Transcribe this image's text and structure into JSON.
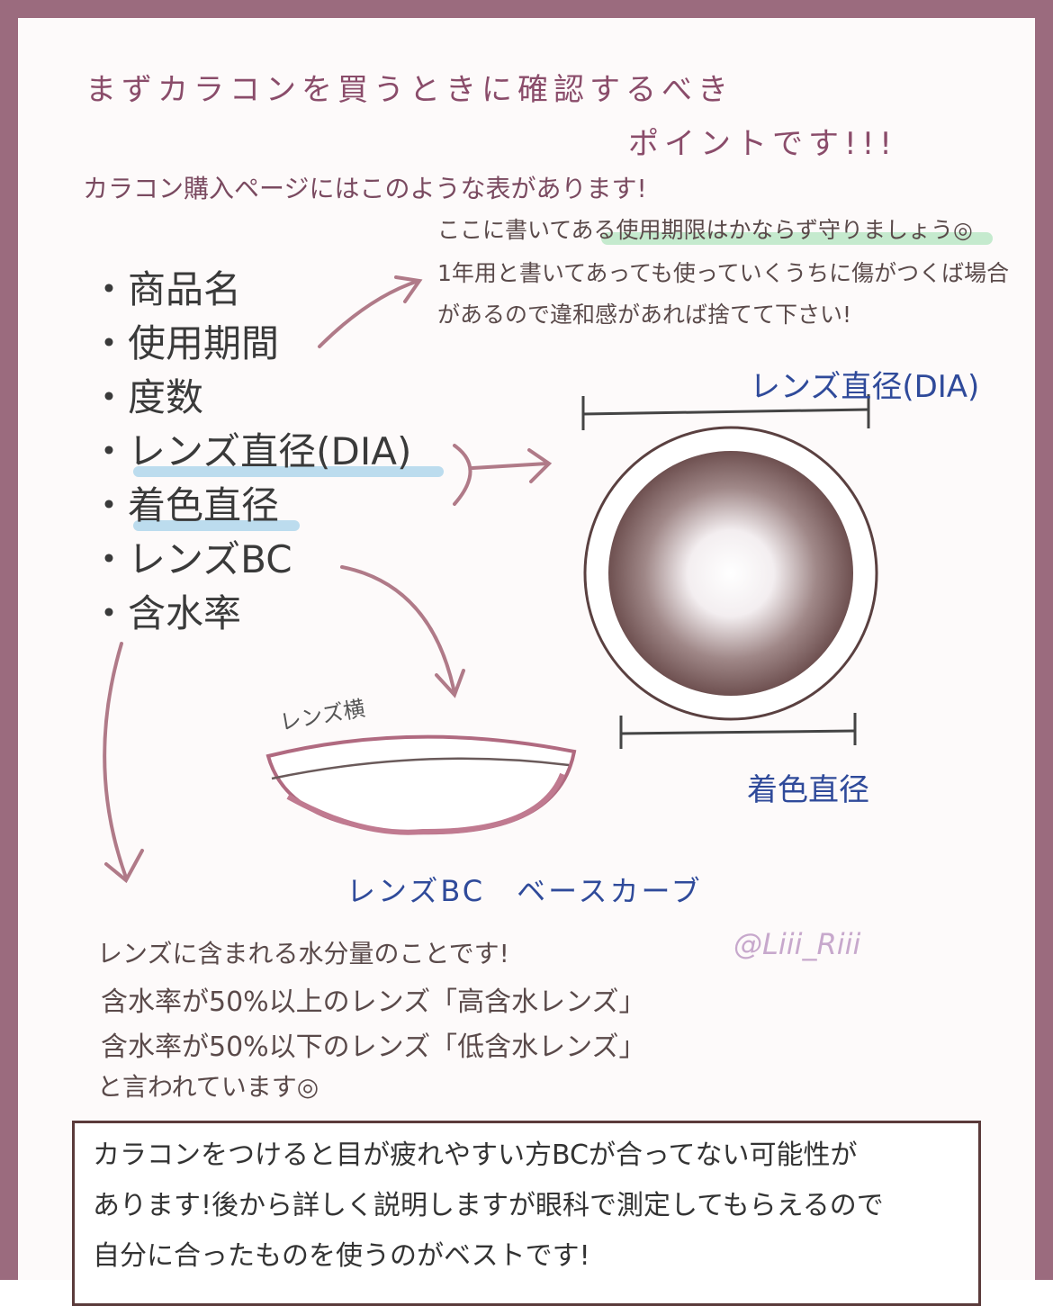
{
  "title": {
    "line1": "まずカラコンを買うときに確認するべき",
    "line2": "ポイントです!!!"
  },
  "intro": "カラコン購入ページにはこのような表があります!",
  "expiry_note": [
    "ここに書いてある使用期限はかならず守りましょう◎",
    "1年用と書いてあっても使っていくうちに傷がつくば場合",
    "があるので違和感があれば捨てて下さい!"
  ],
  "list_items": [
    "・商品名",
    "・使用期間",
    "・度数",
    "・レンズ直径(DIA)",
    "・着色直径",
    "・レンズBC",
    "・含水率"
  ],
  "labels": {
    "dia": "レンズ直径(DIA)",
    "color_dia": "着色直径",
    "lens_side": "レンズ横",
    "bc": "レンズBC　ベースカーブ",
    "credit": "@Liii_Riii"
  },
  "water_note": [
    "レンズに含まれる水分量のことです!",
    "含水率が50%以上のレンズ「高含水レンズ」",
    "含水率が50%以下のレンズ「低含水レンズ」",
    "と言われています◎"
  ],
  "bc_box": [
    "カラコンをつけると目が疲れやすい方BCが合ってない可能性が",
    "あります!後から詳しく説明しますが眼科で測定してもらえるので",
    "自分に合ったものを使うのがベストです!"
  ],
  "colors": {
    "frame": "#9b6b7e",
    "title": "#8a4c6a",
    "label_blue": "#2f4a9a",
    "lens": "#7a5a5a",
    "arrow": "#b07a88"
  }
}
